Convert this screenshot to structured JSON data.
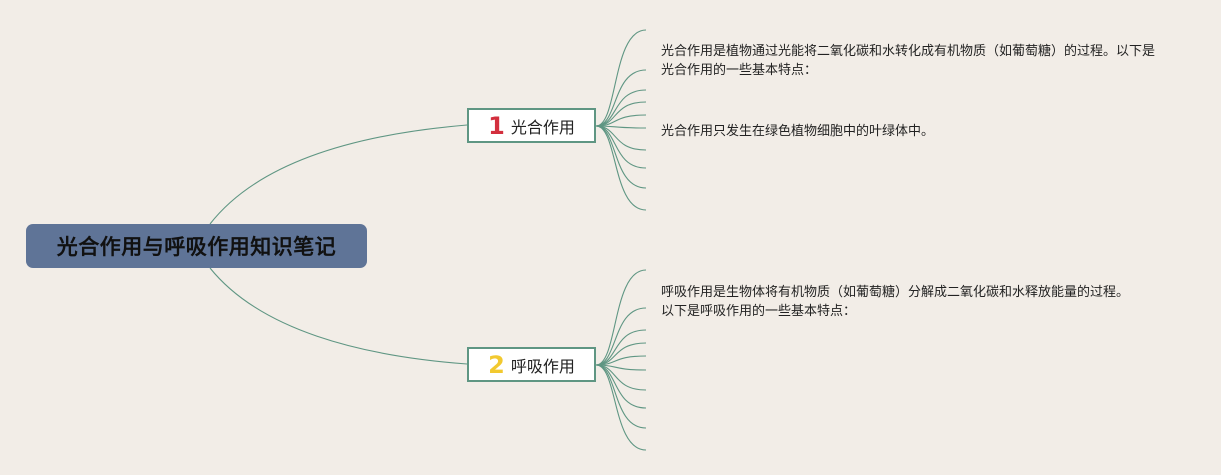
{
  "mindmap": {
    "root": {
      "label": "光合作用与呼吸作用知识笔记"
    },
    "branches": [
      {
        "number": "1",
        "label": "光合作用",
        "children": [
          {
            "text": "光合作用是植物通过光能将二氧化碳和水转化成有机物质（如葡萄糖）的过程。以下是光合作用的一些基本特点："
          },
          {
            "text": "光合作用只发生在绿色植物细胞中的叶绿体中。"
          }
        ]
      },
      {
        "number": "2",
        "label": "呼吸作用",
        "children": [
          {
            "text": "呼吸作用是生物体将有机物质（如葡萄糖）分解成二氧化碳和水释放能量的过程。以下是呼吸作用的一些基本特点："
          }
        ]
      }
    ]
  },
  "colors": {
    "background": "#f2ede7",
    "root_fill": "#5f7497",
    "branch_border": "#5f9683",
    "connector": "#5f9683",
    "number_1": "#d32f3e",
    "number_2": "#f2c92f"
  }
}
